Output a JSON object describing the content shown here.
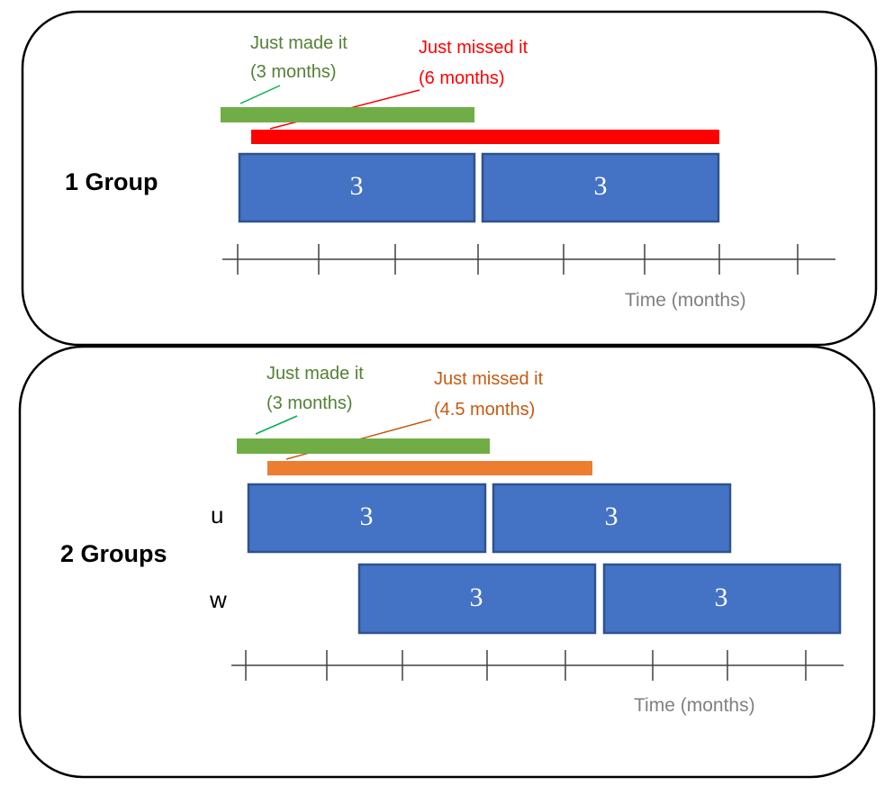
{
  "colors": {
    "panel_border": "#000000",
    "box_fill": "#4472C4",
    "box_border": "#2F528F",
    "box_text": "#ffffff",
    "made_it": "#70AD47",
    "missed_red": "#FF0000",
    "missed_orange": "#ED7D31",
    "axis": "#404040",
    "axis_label": "#808080"
  },
  "panel_one": {
    "group_label": "1 Group",
    "made_it_line1": "Just made it",
    "made_it_line2": "(3 months)",
    "missed_line1": "Just missed it",
    "missed_line2": "(6 months)",
    "box_1": "3",
    "box_2": "3",
    "axis_label": "Time (months)"
  },
  "panel_two": {
    "group_label": "2 Groups",
    "row_u": "u",
    "row_w": "w",
    "made_it_line1": "Just made it",
    "made_it_line2": "(3 months)",
    "missed_line1": "Just missed it",
    "missed_line2": "(4.5 months)",
    "box_u1": "3",
    "box_u2": "3",
    "box_w1": "3",
    "box_w2": "3",
    "axis_label": "Time (months)"
  }
}
